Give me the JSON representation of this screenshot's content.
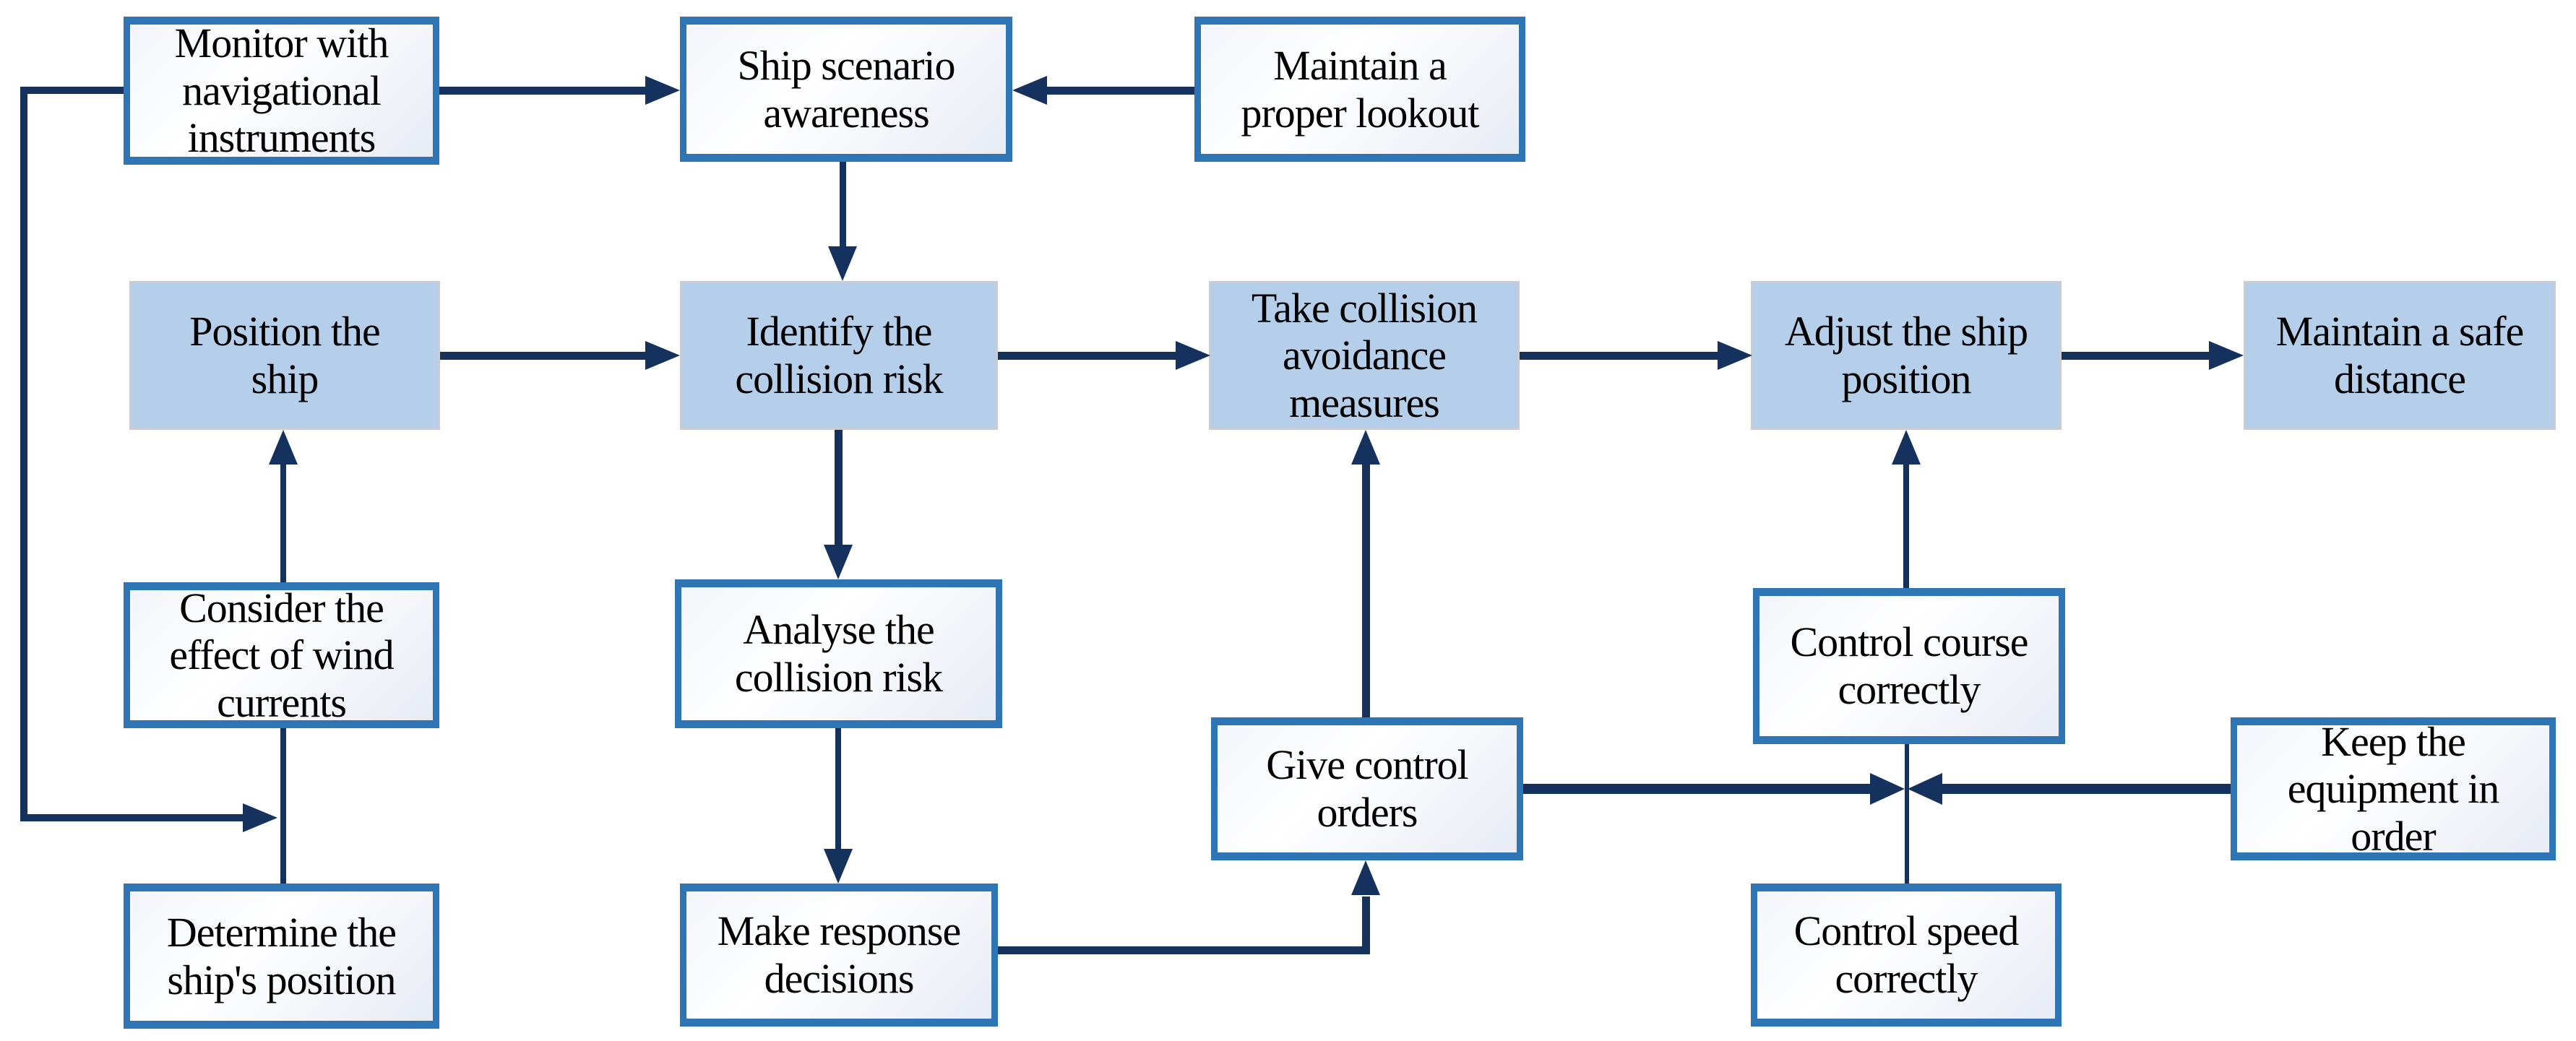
{
  "theme": {
    "accent_border": "#2e75b6",
    "highlight_fill": "#b5cfea",
    "highlight_border": "#c9cdd3",
    "arrow_color": "#15325f",
    "text_color": "#000000",
    "background": "#ffffff"
  },
  "diagram": {
    "type": "flowchart",
    "nodes": {
      "monitor": {
        "label": "Monitor with\nnavigational\ninstruments",
        "style": "plain"
      },
      "ship_scenario": {
        "label": "Ship scenario\nawareness",
        "style": "plain"
      },
      "lookout": {
        "label": "Maintain a\nproper lookout",
        "style": "plain"
      },
      "position_ship": {
        "label": "Position the\nship",
        "style": "highlight"
      },
      "identify_risk": {
        "label": "Identify the\ncollision risk",
        "style": "highlight"
      },
      "take_measures": {
        "label": "Take collision\navoidance\nmeasures",
        "style": "highlight"
      },
      "adjust_ship": {
        "label": "Adjust the ship\nposition",
        "style": "highlight"
      },
      "safe_distance": {
        "label": "Maintain a safe\ndistance",
        "style": "highlight"
      },
      "consider_wind": {
        "label": "Consider the\neffect of wind\ncurrents",
        "style": "plain"
      },
      "analyse_risk": {
        "label": "Analyse the\ncollision risk",
        "style": "plain"
      },
      "control_course": {
        "label": "Control course\ncorrectly",
        "style": "plain"
      },
      "give_orders": {
        "label": "Give control\norders",
        "style": "plain"
      },
      "keep_equipment": {
        "label": "Keep the\nequipment in\norder",
        "style": "plain"
      },
      "determine_position": {
        "label": "Determine the\nship's position",
        "style": "plain"
      },
      "make_decisions": {
        "label": "Make response\ndecisions",
        "style": "plain"
      },
      "control_speed": {
        "label": "Control speed\ncorrectly",
        "style": "plain"
      }
    },
    "edges": [
      {
        "from": "monitor",
        "to": "ship_scenario"
      },
      {
        "from": "lookout",
        "to": "ship_scenario"
      },
      {
        "from": "ship_scenario",
        "to": "identify_risk"
      },
      {
        "from": "position_ship",
        "to": "identify_risk"
      },
      {
        "from": "identify_risk",
        "to": "take_measures"
      },
      {
        "from": "take_measures",
        "to": "adjust_ship"
      },
      {
        "from": "adjust_ship",
        "to": "safe_distance"
      },
      {
        "from": "consider_wind",
        "to": "position_ship"
      },
      {
        "from": "determine_position",
        "to": "consider_wind"
      },
      {
        "from": "monitor",
        "to": "determine_position_consider_wind_link"
      },
      {
        "from": "identify_risk",
        "to": "analyse_risk"
      },
      {
        "from": "analyse_risk",
        "to": "make_decisions"
      },
      {
        "from": "make_decisions",
        "to": "give_orders"
      },
      {
        "from": "give_orders",
        "to": "take_measures"
      },
      {
        "from": "give_orders",
        "to": "control_course_speed_link"
      },
      {
        "from": "keep_equipment",
        "to": "control_course_speed_link"
      },
      {
        "from": "control_speed",
        "to": "control_course"
      },
      {
        "from": "control_course",
        "to": "adjust_ship"
      }
    ]
  }
}
